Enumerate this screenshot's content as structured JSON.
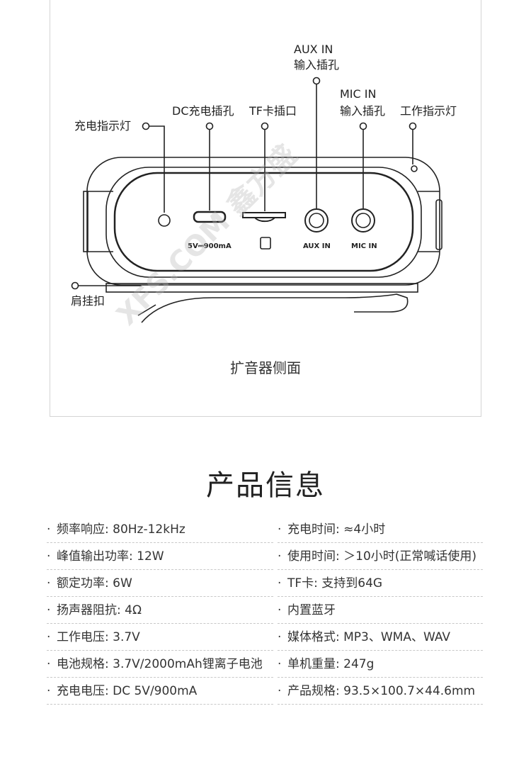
{
  "diagram": {
    "callouts": {
      "charge_led": "充电指示灯",
      "dc_jack": "DC充电插孔",
      "tf_slot": "TF卡插口",
      "aux_line1": "AUX IN",
      "aux_line2": "输入插孔",
      "mic_line1": "MIC IN",
      "mic_line2": "输入插孔",
      "work_led": "工作指示灯",
      "clip": "肩挂扣"
    },
    "panel_marks": {
      "dc": "5V⎓900mA",
      "aux": "AUX  IN",
      "mic": "MIC  IN"
    },
    "caption": "扩音器侧面"
  },
  "watermark": "XFS.COM 鑫方盛",
  "section_title": "产品信息",
  "specs_left": [
    "频率响应: 80Hz-12kHz",
    "峰值输出功率: 12W",
    "额定功率: 6W",
    "扬声器阻抗: 4Ω",
    "工作电压: 3.7V",
    "电池规格: 3.7V/2000mAh锂离子电池",
    "充电电压: DC  5V/900mA"
  ],
  "specs_right": [
    "充电时间: ≈4小时",
    "使用时间: ＞10小时(正常喊话使用)",
    "TF卡: 支持到64G",
    "内置蓝牙",
    "媒体格式: MP3、WMA、WAV",
    "单机重量: 247g",
    "产品规格: 93.5×100.7×44.6mm"
  ]
}
